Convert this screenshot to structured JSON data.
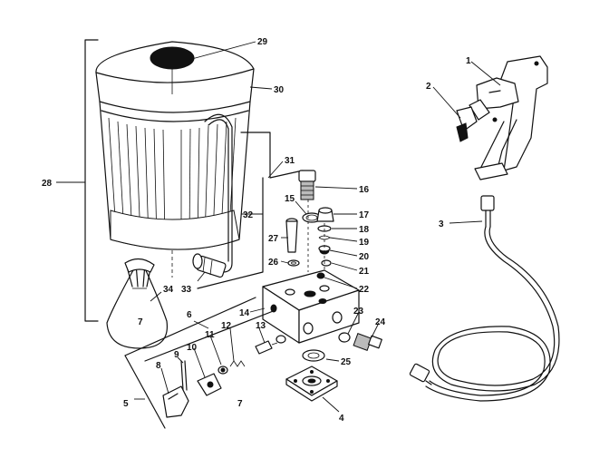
{
  "part_numbers": {
    "p1": "1",
    "p2": "2",
    "p3": "3",
    "p4": "4",
    "p5": "5",
    "p6": "6",
    "p7": "7",
    "p8": "8",
    "p9": "9",
    "p10": "10",
    "p11": "11",
    "p12": "12",
    "p13": "13",
    "p14": "14",
    "p15": "15",
    "p16": "16",
    "p17": "17",
    "p18": "18",
    "p19": "19",
    "p20": "20",
    "p21": "21",
    "p22": "22",
    "p23": "23",
    "p24": "24",
    "p25": "25",
    "p26": "26",
    "p27": "27",
    "p28": "28",
    "p29": "29",
    "p30": "30",
    "p31": "31",
    "p32": "32",
    "p33": "33",
    "p34": "34"
  },
  "icons": [
    "paint-container-icon",
    "spray-gun-icon",
    "hose-icon",
    "manifold-block-icon",
    "filter-bag-icon"
  ]
}
